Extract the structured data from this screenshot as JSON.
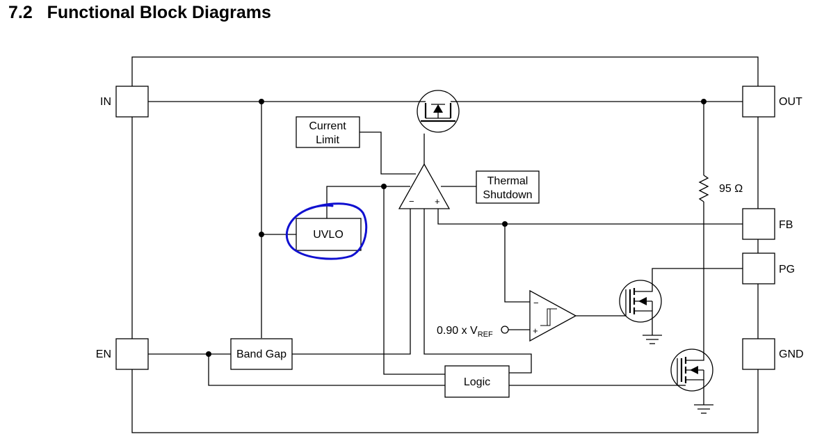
{
  "heading": {
    "number": "7.2",
    "title": "Functional Block Diagrams"
  },
  "pins": {
    "in": "IN",
    "out": "OUT",
    "fb": "FB",
    "pg": "PG",
    "en": "EN",
    "gnd": "GND"
  },
  "blocks": {
    "current_limit": [
      "Current",
      "Limit"
    ],
    "thermal_shutdown": [
      "Thermal",
      "Shutdown"
    ],
    "uvlo": "UVLO",
    "band_gap": "Band Gap",
    "logic": "Logic"
  },
  "labels": {
    "resistor": "95 Ω",
    "ref_prefix": "0.90 x V",
    "ref_sub": "REF",
    "opamp_minus": "−",
    "opamp_plus": "+",
    "comp_minus": "−",
    "comp_plus": "+"
  },
  "annotation": {
    "color": "#1010d0",
    "shape": "hand-drawn circle around UVLO"
  }
}
